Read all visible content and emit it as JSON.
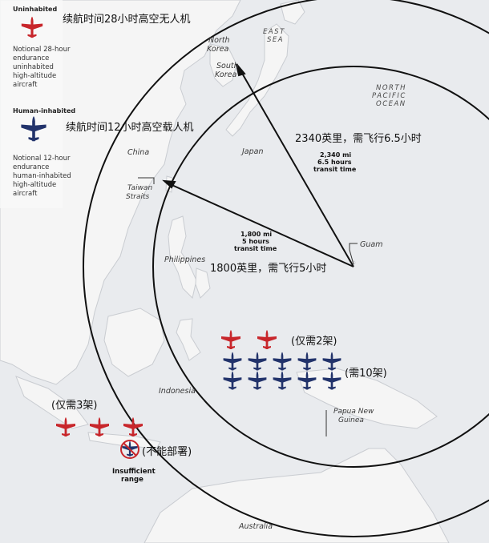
{
  "legend": {
    "uninhabited": {
      "title": "Uninhabited",
      "zh_label": "续航时间28小时高空无人机",
      "desc": [
        "Notional 28-hour",
        "endurance",
        "uninhabited",
        "high-altitude",
        "aircraft"
      ],
      "color": "#c8262b"
    },
    "human": {
      "title": "Human-inhabited",
      "zh_label": "续航时间12小时高空载人机",
      "desc": [
        "Notional 12-hour",
        "endurance",
        "human-inhabited",
        "high-altitude",
        "aircraft"
      ],
      "color": "#22336b"
    }
  },
  "places": {
    "north_korea": [
      "North",
      "Korea"
    ],
    "south_korea": [
      "South",
      "Korea"
    ],
    "east_sea": [
      "EAST",
      "SEA"
    ],
    "north_pacific": [
      "NORTH",
      "PACIFIC",
      "OCEAN"
    ],
    "china": "China",
    "japan": "Japan",
    "taiwan": [
      "Taiwan",
      "Straits"
    ],
    "philippines": "Philippines",
    "guam": "Guam",
    "indonesia": "Indonesia",
    "png": [
      "Papua New",
      "Guinea"
    ],
    "australia": "Australia"
  },
  "routes": {
    "korea": {
      "zh": "2340英里，需飞行6.5小时",
      "en": [
        "2,340 mi",
        "6.5 hours",
        "transit time"
      ]
    },
    "taiwan": {
      "zh": "1800英里，需飞行5小时",
      "en": [
        "1,800 mi",
        "5 hours",
        "transit time"
      ]
    }
  },
  "counts": {
    "needs_2": "(仅需2架)",
    "needs_10": "(需10架)",
    "needs_3": "(仅需3架)",
    "cannot": "(不能部署)",
    "insufficient": [
      "Insufficient",
      "range"
    ],
    "red_needed": 2,
    "blue_needed": 10,
    "red_needed_long": 3
  },
  "colors": {
    "land": "#f4f4f4",
    "sea": "#e9ebee",
    "ring": "#111111",
    "red_plane": "#c8262b",
    "blue_plane": "#22336b"
  }
}
